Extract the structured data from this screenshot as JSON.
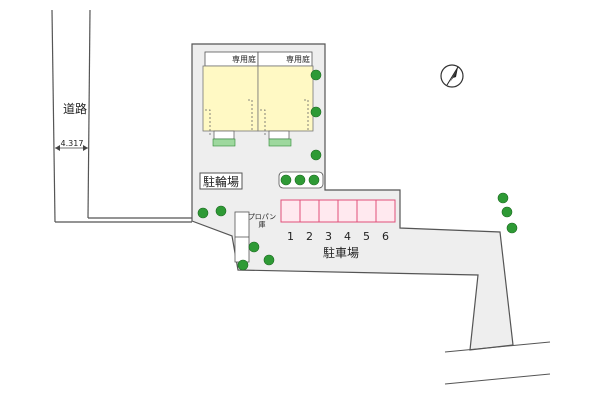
{
  "road": {
    "label": "道路",
    "width": "4.317"
  },
  "gardens": [
    "専用庭",
    "専用庭"
  ],
  "bicycle_parking": "駐輪場",
  "propane": {
    "line1": "プロパン",
    "line2": "庫"
  },
  "parking": {
    "label": "駐車場",
    "spaces": [
      "1",
      "2",
      "3",
      "4",
      "5",
      "6"
    ]
  },
  "colors": {
    "building": "#fff9c4",
    "parking_space": "#ffe9ef",
    "parking_border": "#e0507a",
    "lot": "#eeeeee",
    "tree": "#2e9a35",
    "balcony": "#9ed89e"
  },
  "north_arrow": "north-arrow-icon"
}
